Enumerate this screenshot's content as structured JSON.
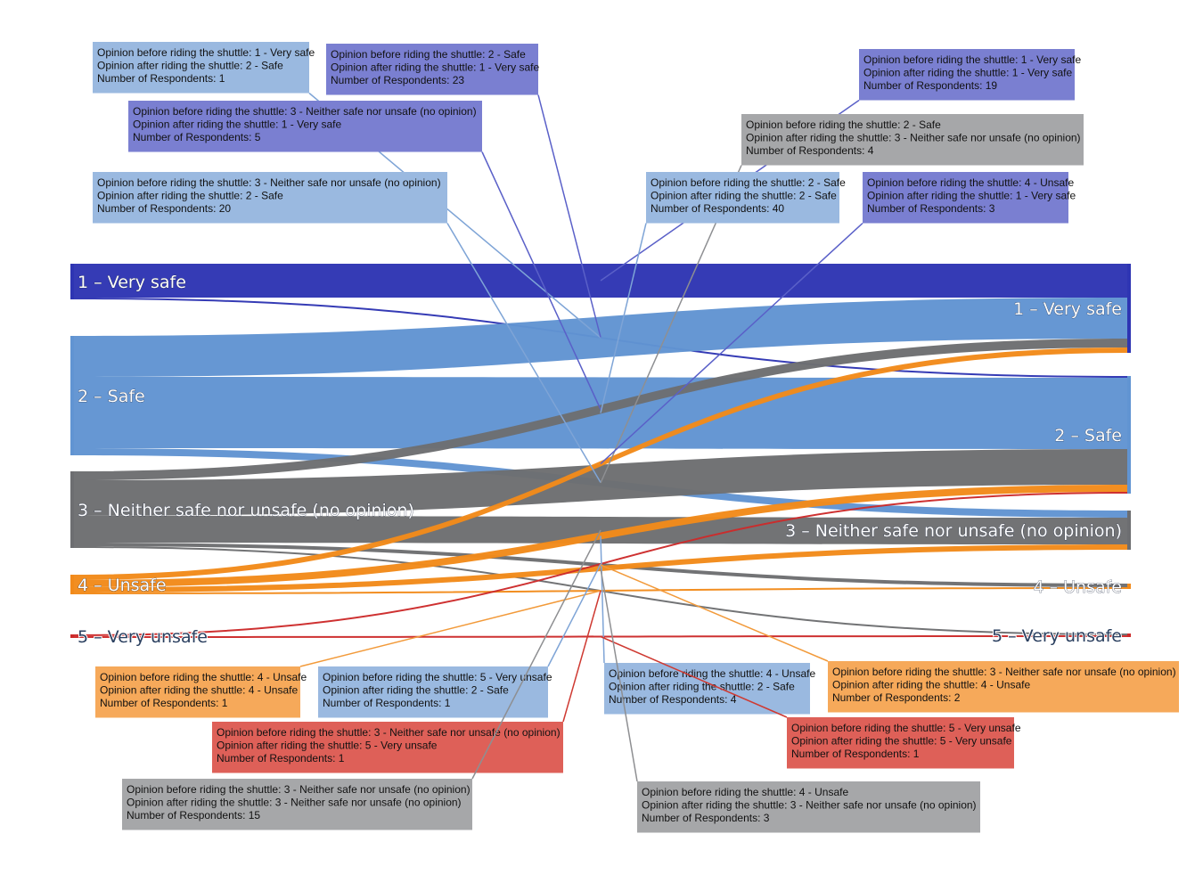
{
  "chart_data": {
    "type": "sankey",
    "title": "",
    "source_nodes": [
      {
        "id": "s1",
        "label": "1 – Very safe",
        "color": "#2e35b3"
      },
      {
        "id": "s2",
        "label": "2 – Safe",
        "color": "#6194d2"
      },
      {
        "id": "s3",
        "label": "3 – Neither safe nor unsafe (no opinion)",
        "color": "#6d6e71"
      },
      {
        "id": "s4",
        "label": "4 – Unsafe",
        "color": "#f28a1a"
      },
      {
        "id": "s5",
        "label": "5 – Very unsafe",
        "color": "#cc2a2a"
      }
    ],
    "target_nodes": [
      {
        "id": "t1",
        "label": "1 – Very safe",
        "color": "#2e35b3"
      },
      {
        "id": "t2",
        "label": "2 – Safe",
        "color": "#6194d2"
      },
      {
        "id": "t3",
        "label": "3 – Neither safe nor unsafe (no opinion)",
        "color": "#6d6e71"
      },
      {
        "id": "t4",
        "label": "4 – Unsafe",
        "color": "#f28a1a"
      },
      {
        "id": "t5",
        "label": "5 – Very unsafe",
        "color": "#cc2a2a"
      }
    ],
    "links": [
      {
        "source": "s1",
        "target": "t1",
        "value": 19
      },
      {
        "source": "s1",
        "target": "t2",
        "value": 1
      },
      {
        "source": "s2",
        "target": "t1",
        "value": 23
      },
      {
        "source": "s2",
        "target": "t2",
        "value": 40
      },
      {
        "source": "s2",
        "target": "t3",
        "value": 4
      },
      {
        "source": "s3",
        "target": "t1",
        "value": 5
      },
      {
        "source": "s3",
        "target": "t2",
        "value": 20
      },
      {
        "source": "s3",
        "target": "t3",
        "value": 15
      },
      {
        "source": "s3",
        "target": "t4",
        "value": 2
      },
      {
        "source": "s3",
        "target": "t5",
        "value": 1
      },
      {
        "source": "s4",
        "target": "t1",
        "value": 3
      },
      {
        "source": "s4",
        "target": "t2",
        "value": 4
      },
      {
        "source": "s4",
        "target": "t3",
        "value": 3
      },
      {
        "source": "s4",
        "target": "t4",
        "value": 1
      },
      {
        "source": "s5",
        "target": "t2",
        "value": 1
      },
      {
        "source": "s5",
        "target": "t5",
        "value": 1
      }
    ],
    "tooltips": [
      {
        "lines": [
          "Opinion before riding the shuttle: 1 - Very safe",
          "Opinion after riding the shuttle: 2 - Safe",
          "Number of Respondents: 1"
        ],
        "color": "#9ab9e0"
      },
      {
        "lines": [
          "Opinion before riding the shuttle: 2 - Safe",
          "Opinion after riding the shuttle: 1 - Very safe",
          "Number of Respondents: 23"
        ],
        "color": "#7a7fd1"
      },
      {
        "lines": [
          "Opinion before riding the shuttle: 3 - Neither safe nor unsafe (no opinion)",
          "Opinion after riding the shuttle: 1 - Very safe",
          "Number of Respondents: 5"
        ],
        "color": "#7a7fd1"
      },
      {
        "lines": [
          "Opinion before riding the shuttle: 3 - Neither safe nor unsafe (no opinion)",
          "Opinion after riding the shuttle: 2 - Safe",
          "Number of Respondents: 20"
        ],
        "color": "#9ab9e0"
      },
      {
        "lines": [
          "Opinion before riding the shuttle: 1 - Very safe",
          "Opinion after riding the shuttle: 1 - Very safe",
          "Number of Respondents: 19"
        ],
        "color": "#7a7fd1"
      },
      {
        "lines": [
          "Opinion before riding the shuttle: 2 - Safe",
          "Opinion after riding the shuttle: 3 - Neither safe nor unsafe (no opinion)",
          "Number of Respondents: 4"
        ],
        "color": "#a6a7a9"
      },
      {
        "lines": [
          "Opinion before riding the shuttle: 2 - Safe",
          "Opinion after riding the shuttle: 2 - Safe",
          "Number of Respondents: 40"
        ],
        "color": "#9ab9e0"
      },
      {
        "lines": [
          "Opinion before riding the shuttle: 4 - Unsafe",
          "Opinion after riding the shuttle: 1 - Very safe",
          "Number of Respondents: 3"
        ],
        "color": "#7a7fd1"
      },
      {
        "lines": [
          "Opinion before riding the shuttle: 4 - Unsafe",
          "Opinion after riding the shuttle: 4 - Unsafe",
          "Number of Respondents: 1"
        ],
        "color": "#f6a95a"
      },
      {
        "lines": [
          "Opinion before riding the shuttle: 5 - Very unsafe",
          "Opinion after riding the shuttle: 2 - Safe",
          "Number of Respondents: 1"
        ],
        "color": "#9ab9e0"
      },
      {
        "lines": [
          "Opinion before riding the shuttle: 3 - Neither safe nor unsafe (no opinion)",
          "Opinion after riding the shuttle: 5 - Very unsafe",
          "Number of Respondents: 1"
        ],
        "color": "#de6058"
      },
      {
        "lines": [
          "Opinion before riding the shuttle: 3 - Neither safe nor unsafe (no opinion)",
          "Opinion after riding the shuttle: 3 - Neither safe nor unsafe (no opinion)",
          "Number of Respondents: 15"
        ],
        "color": "#a6a7a9"
      },
      {
        "lines": [
          "Opinion before riding the shuttle: 4 - Unsafe",
          "Opinion after riding the shuttle: 2 - Safe",
          "Number of Respondents: 4"
        ],
        "color": "#9ab9e0"
      },
      {
        "lines": [
          "Opinion before riding the shuttle: 3 - Neither safe nor unsafe (no opinion)",
          "Opinion after riding the shuttle: 4 - Unsafe",
          "Number of Respondents: 2"
        ],
        "color": "#f6a95a"
      },
      {
        "lines": [
          "Opinion before riding the shuttle: 5 - Very unsafe",
          "Opinion after riding the shuttle: 5 - Very unsafe",
          "Number of Respondents: 1"
        ],
        "color": "#de6058"
      },
      {
        "lines": [
          "Opinion before riding the shuttle: 4 - Unsafe",
          "Opinion after riding the shuttle: 3 - Neither safe nor unsafe (no opinion)",
          "Number of Respondents: 3"
        ],
        "color": "#a6a7a9"
      }
    ]
  }
}
